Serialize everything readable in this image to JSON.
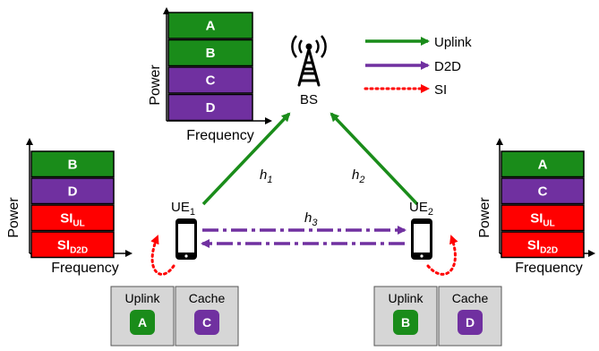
{
  "colors": {
    "uplink": "#1a8c1a",
    "d2d": "#7030a0",
    "si": "#ff0000",
    "cache_box": "#d6d6d6"
  },
  "legend": {
    "uplink": "Uplink",
    "d2d": "D2D",
    "si": "SI"
  },
  "base_station": {
    "icon": "cell-tower-icon",
    "label": "BS"
  },
  "ue1": {
    "icon": "smartphone-icon",
    "label_main": "UE",
    "label_sub": "1"
  },
  "ue2": {
    "icon": "smartphone-icon",
    "label_main": "UE",
    "label_sub": "2"
  },
  "channels": {
    "h1": {
      "main": "h",
      "sub": "1"
    },
    "h2": {
      "main": "h",
      "sub": "2"
    },
    "h3": {
      "main": "h",
      "sub": "3"
    }
  },
  "spectrum": {
    "bs": {
      "ylabel": "Power",
      "xlabel": "Frequency",
      "segments": [
        {
          "label": "A",
          "sub": "",
          "kind": "uplink"
        },
        {
          "label": "B",
          "sub": "",
          "kind": "uplink"
        },
        {
          "label": "C",
          "sub": "",
          "kind": "d2d"
        },
        {
          "label": "D",
          "sub": "",
          "kind": "d2d"
        }
      ]
    },
    "ue1": {
      "ylabel": "Power",
      "xlabel": "Frequency",
      "segments": [
        {
          "label": "B",
          "sub": "",
          "kind": "uplink"
        },
        {
          "label": "D",
          "sub": "",
          "kind": "d2d"
        },
        {
          "label": "SI",
          "sub": "UL",
          "kind": "si"
        },
        {
          "label": "SI",
          "sub": "D2D",
          "kind": "si"
        }
      ]
    },
    "ue2": {
      "ylabel": "Power",
      "xlabel": "Frequency",
      "segments": [
        {
          "label": "A",
          "sub": "",
          "kind": "uplink"
        },
        {
          "label": "C",
          "sub": "",
          "kind": "d2d"
        },
        {
          "label": "SI",
          "sub": "UL",
          "kind": "si"
        },
        {
          "label": "SI",
          "sub": "D2D",
          "kind": "si"
        }
      ]
    }
  },
  "cache_boxes": {
    "ue1": {
      "uplink_title": "Uplink",
      "uplink_item": "A",
      "cache_title": "Cache",
      "cache_item": "C"
    },
    "ue2": {
      "uplink_title": "Uplink",
      "uplink_item": "B",
      "cache_title": "Cache",
      "cache_item": "D"
    }
  }
}
